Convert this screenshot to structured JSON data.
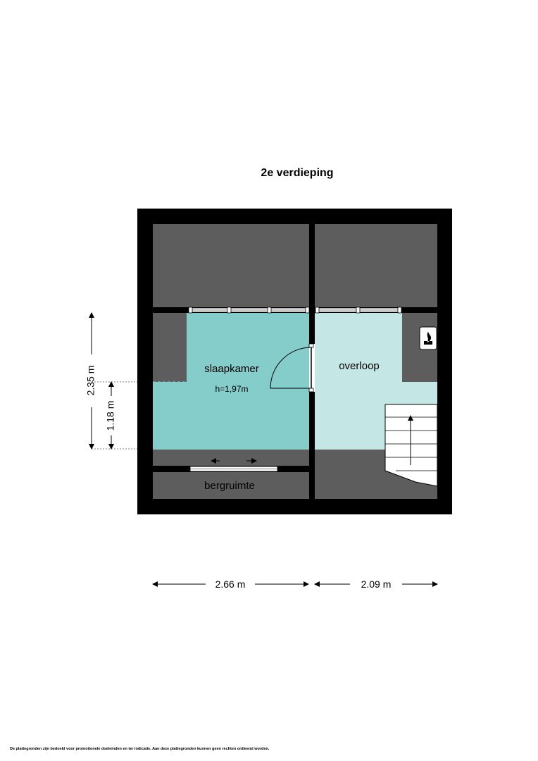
{
  "floor": {
    "title": "2e verdieping"
  },
  "rooms": {
    "bedroom": {
      "name": "slaapkamer",
      "height": "h=1,97m"
    },
    "landing": {
      "name": "overloop"
    },
    "storage": {
      "name": "bergruimte"
    }
  },
  "dimensions": {
    "left_width": "2.66 m",
    "right_width": "2.09 m",
    "full_height": "2.35 m",
    "partial_height": "1.18 m"
  },
  "footer": {
    "disclaimer": "De plattegronden zijn bedoeld voor promotionele doeleinden en ter indicatie. Aan deze plattegronden kunnen geen rechten ontleend worden."
  },
  "colors": {
    "wall": "#000000",
    "low_ceiling": "#5d5d5d",
    "bedroom": "#84cdca",
    "landing": "#c4e6e4"
  }
}
